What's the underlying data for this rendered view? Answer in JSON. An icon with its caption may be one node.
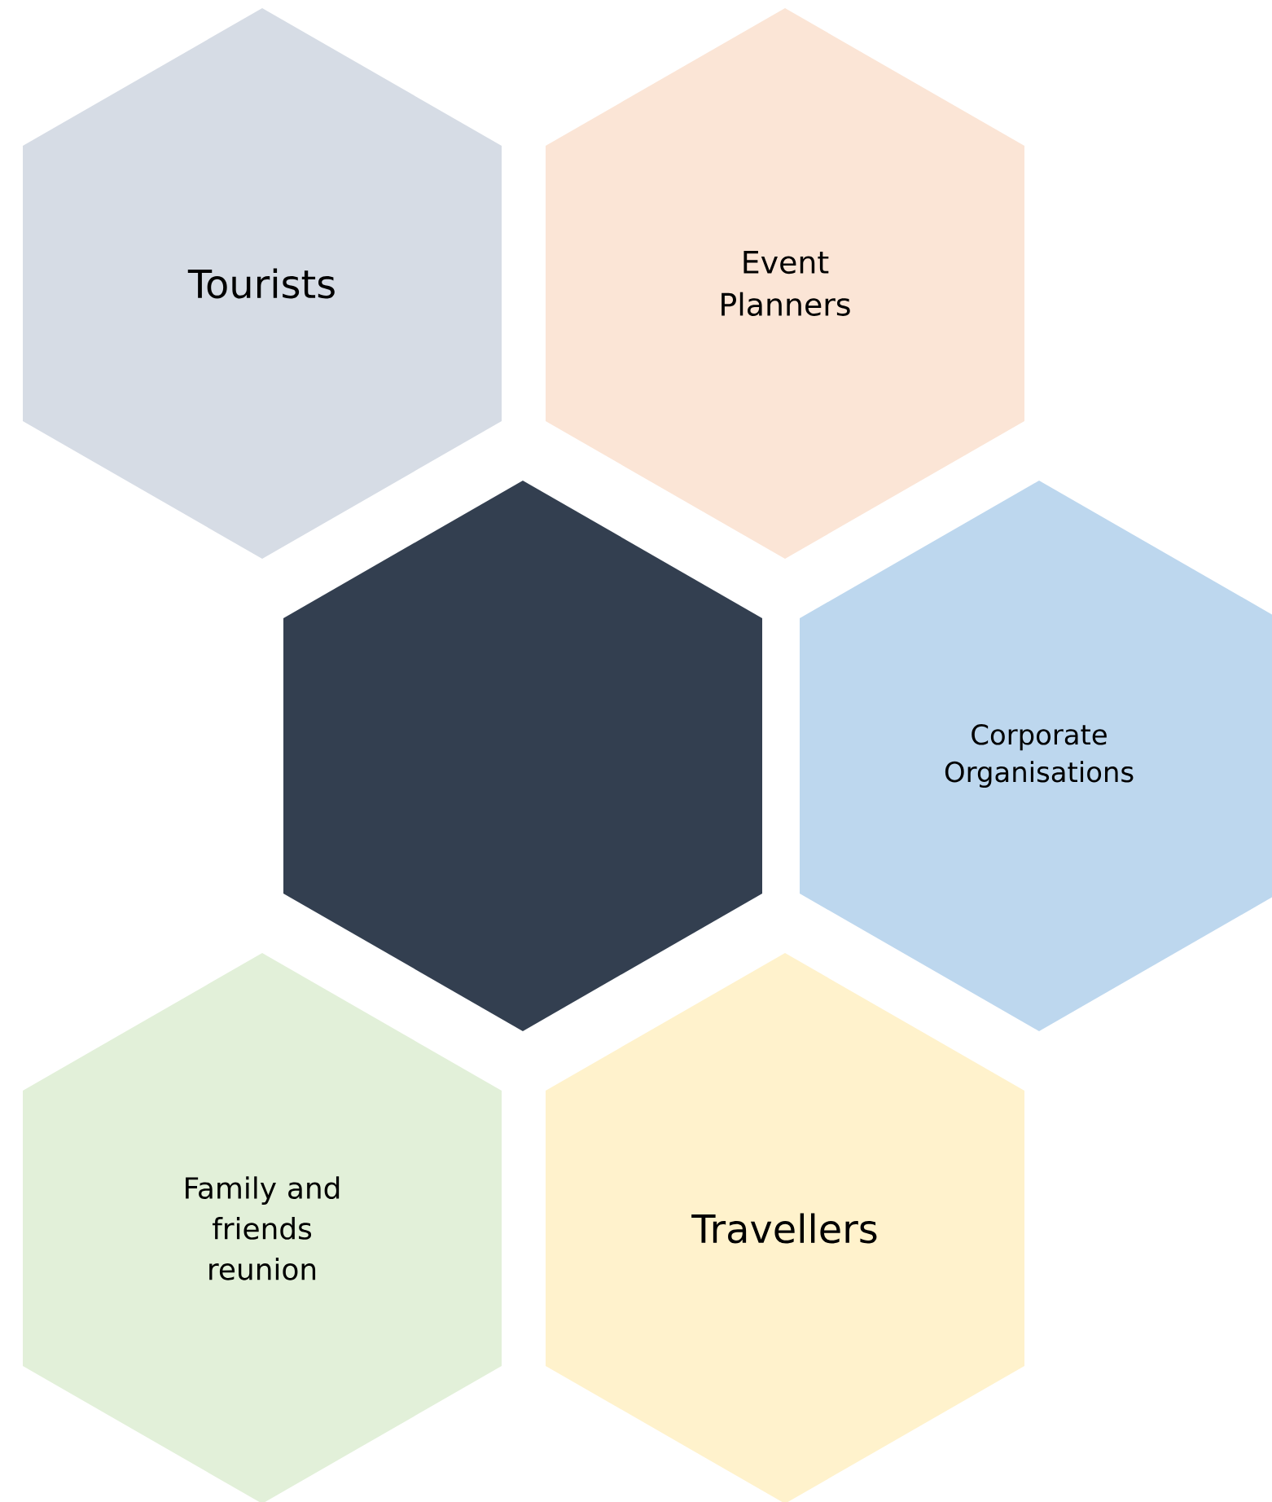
{
  "diagram": {
    "nodes": [
      {
        "text": [
          "Tourists"
        ]
      },
      {
        "text": [
          "Event Planners"
        ]
      },
      {
        "text": [],
        "shape": "hexagon"
      },
      {
        "text": [
          "Corporate Organisations"
        ]
      },
      {
        "text": [
          "Family and friends reunion"
        ]
      },
      {
        "text": [
          "Travellers"
        ]
      }
    ]
  }
}
